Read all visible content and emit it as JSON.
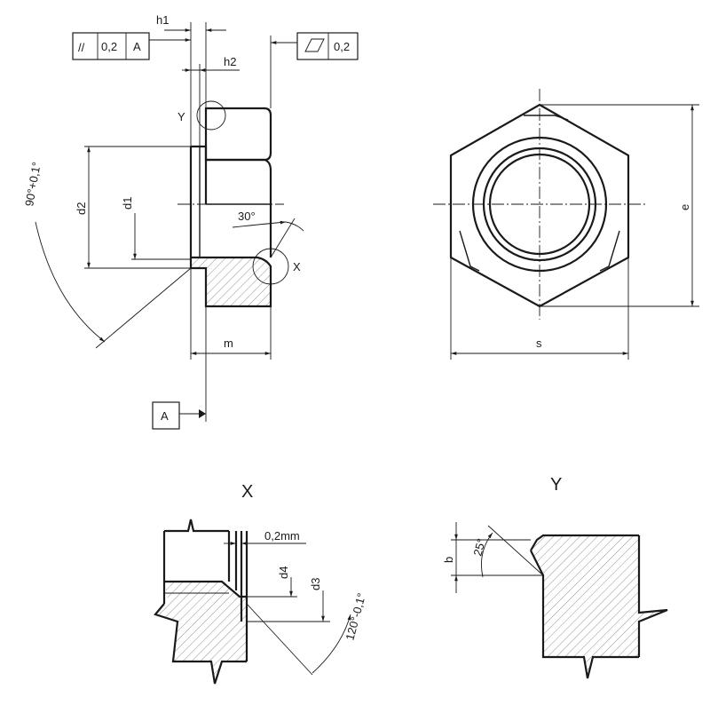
{
  "frame_left": {
    "symbol": "//",
    "tolerance": "0,2",
    "datum": "A"
  },
  "frame_right": {
    "symbol": "flatness-parallelogram",
    "tolerance": "0,2"
  },
  "datum_label": "A",
  "labels": {
    "h1": "h1",
    "h2": "h2",
    "d1": "d1",
    "d2": "d2",
    "m": "m",
    "angle_30": "30°",
    "angle_90": "90°+0,1°",
    "detail_x_callout": "X",
    "detail_y_callout": "Y",
    "s": "s",
    "e": "e",
    "detail_x_title": "X",
    "detail_y_title": "Y",
    "dim_02mm": "0,2mm",
    "d4": "d4",
    "d3": "d3",
    "angle_120": "120°-0,1°",
    "b": "b",
    "angle_25": "25°"
  }
}
